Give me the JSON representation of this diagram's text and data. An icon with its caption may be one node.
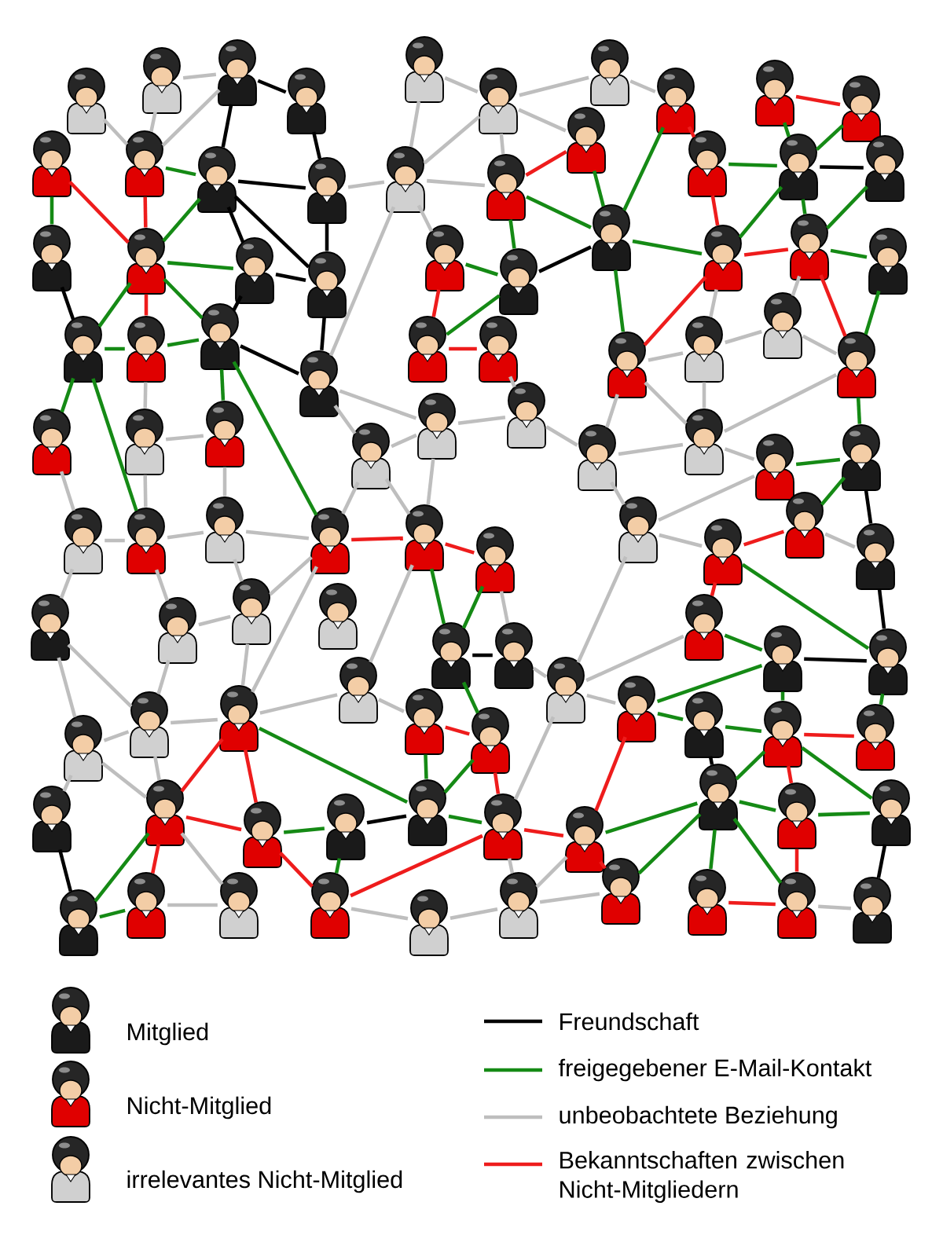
{
  "diagram": {
    "nodes": [
      {
        "text": [],
        "shape": "person"
      },
      {
        "text": [],
        "shape": "person"
      },
      {
        "text": [],
        "shape": "person"
      },
      {
        "text": [],
        "shape": "person"
      },
      {
        "text": [],
        "shape": "person"
      },
      {
        "text": [],
        "shape": "person"
      },
      {
        "text": [],
        "shape": "person"
      },
      {
        "text": [],
        "shape": "person"
      },
      {
        "text": [],
        "shape": "person"
      },
      {
        "text": [],
        "shape": "person"
      },
      {
        "text": [],
        "shape": "person"
      },
      {
        "text": [],
        "shape": "person"
      },
      {
        "text": [],
        "shape": "person"
      },
      {
        "text": [],
        "shape": "person"
      },
      {
        "text": [],
        "shape": "person"
      },
      {
        "text": [],
        "shape": "person"
      },
      {
        "text": [],
        "shape": "person"
      },
      {
        "text": [],
        "shape": "person"
      },
      {
        "text": [],
        "shape": "person"
      },
      {
        "text": [],
        "shape": "person"
      },
      {
        "text": [],
        "shape": "person"
      },
      {
        "text": [],
        "shape": "person"
      },
      {
        "text": [],
        "shape": "person"
      },
      {
        "text": [],
        "shape": "person"
      },
      {
        "text": [],
        "shape": "person"
      },
      {
        "text": [],
        "shape": "person"
      },
      {
        "text": [],
        "shape": "person"
      },
      {
        "text": [],
        "shape": "person"
      },
      {
        "text": [],
        "shape": "person"
      },
      {
        "text": [],
        "shape": "person"
      },
      {
        "text": [],
        "shape": "person"
      },
      {
        "text": [],
        "shape": "person"
      },
      {
        "text": [],
        "shape": "person"
      },
      {
        "text": [],
        "shape": "person"
      },
      {
        "text": [],
        "shape": "person"
      },
      {
        "text": [],
        "shape": "person"
      },
      {
        "text": [],
        "shape": "person"
      },
      {
        "text": [],
        "shape": "person"
      },
      {
        "text": [],
        "shape": "person"
      },
      {
        "text": [],
        "shape": "person"
      },
      {
        "text": [],
        "shape": "person"
      },
      {
        "text": [],
        "shape": "person"
      },
      {
        "text": [],
        "shape": "person"
      },
      {
        "text": [],
        "shape": "person"
      },
      {
        "text": [],
        "shape": "person"
      },
      {
        "text": [],
        "shape": "person"
      },
      {
        "text": [],
        "shape": "person"
      },
      {
        "text": [],
        "shape": "person"
      },
      {
        "text": [],
        "shape": "person"
      },
      {
        "text": [],
        "shape": "person"
      },
      {
        "text": [],
        "shape": "person"
      },
      {
        "text": [],
        "shape": "person"
      },
      {
        "text": [],
        "shape": "person"
      },
      {
        "text": [],
        "shape": "person"
      },
      {
        "text": [],
        "shape": "person"
      },
      {
        "text": [],
        "shape": "person"
      },
      {
        "text": [],
        "shape": "person"
      },
      {
        "text": [],
        "shape": "person"
      },
      {
        "text": [],
        "shape": "person"
      },
      {
        "text": [],
        "shape": "person"
      },
      {
        "text": [],
        "shape": "person"
      },
      {
        "text": [],
        "shape": "person"
      },
      {
        "text": [],
        "shape": "person"
      },
      {
        "text": [],
        "shape": "person"
      },
      {
        "text": [],
        "shape": "person"
      },
      {
        "text": [],
        "shape": "person"
      },
      {
        "text": [],
        "shape": "person"
      },
      {
        "text": [],
        "shape": "person"
      },
      {
        "text": [],
        "shape": "person"
      },
      {
        "text": [],
        "shape": "person"
      },
      {
        "text": [],
        "shape": "person"
      },
      {
        "text": [],
        "shape": "person"
      },
      {
        "text": [],
        "shape": "person"
      },
      {
        "text": [],
        "shape": "person"
      },
      {
        "text": [],
        "shape": "person"
      },
      {
        "text": [],
        "shape": "person"
      },
      {
        "text": [],
        "shape": "person"
      },
      {
        "text": [],
        "shape": "person"
      },
      {
        "text": [],
        "shape": "person"
      },
      {
        "text": [],
        "shape": "person"
      },
      {
        "text": [],
        "shape": "person"
      },
      {
        "text": [],
        "shape": "person"
      },
      {
        "text": [],
        "shape": "person"
      },
      {
        "text": [],
        "shape": "person"
      },
      {
        "text": [],
        "shape": "person"
      },
      {
        "text": [],
        "shape": "person"
      },
      {
        "text": [],
        "shape": "person"
      },
      {
        "text": [],
        "shape": "person"
      },
      {
        "text": [],
        "shape": "person"
      },
      {
        "text": [],
        "shape": "person"
      },
      {
        "text": [],
        "shape": "person"
      },
      {
        "text": [],
        "shape": "person"
      },
      {
        "text": [],
        "shape": "person"
      },
      {
        "text": [],
        "shape": "person"
      },
      {
        "text": [],
        "shape": "person"
      },
      {
        "text": [],
        "shape": "person"
      },
      {
        "text": [],
        "shape": "person"
      },
      {
        "text": [],
        "shape": "person"
      },
      {
        "text": [],
        "shape": "person"
      },
      {
        "text": [],
        "shape": "person"
      }
    ],
    "edges": [
      {
        "from": 0,
        "to": 11,
        "arrow": "none"
      },
      {
        "from": 1,
        "to": 2,
        "arrow": "none"
      },
      {
        "from": 1,
        "to": 11,
        "arrow": "none"
      },
      {
        "from": 2,
        "to": 11,
        "arrow": "none"
      },
      {
        "from": 2,
        "to": 3,
        "arrow": "none",
        "color": "#000000"
      },
      {
        "from": 2,
        "to": 12,
        "arrow": "none",
        "color": "#000000"
      },
      {
        "from": 3,
        "to": 13,
        "arrow": "none",
        "color": "#000000"
      },
      {
        "from": 10,
        "to": 20,
        "arrow": "none",
        "color": "#158a15"
      },
      {
        "from": 10,
        "to": 21,
        "arrow": "none",
        "color": "#ee1c1c"
      },
      {
        "from": 11,
        "to": 21,
        "arrow": "none",
        "color": "#ee1c1c"
      },
      {
        "from": 11,
        "to": 12,
        "arrow": "none",
        "color": "#158a15"
      },
      {
        "from": 12,
        "to": 13,
        "arrow": "none",
        "color": "#000000"
      },
      {
        "from": 12,
        "to": 21,
        "arrow": "none",
        "color": "#158a15"
      },
      {
        "from": 12,
        "to": 22,
        "arrow": "none",
        "color": "#000000"
      },
      {
        "from": 12,
        "to": 23,
        "arrow": "none",
        "color": "#000000"
      },
      {
        "from": 21,
        "to": 22,
        "arrow": "none",
        "color": "#158a15"
      },
      {
        "from": 22,
        "to": 23,
        "arrow": "none",
        "color": "#000000"
      },
      {
        "from": 20,
        "to": 30,
        "arrow": "none",
        "color": "#000000"
      },
      {
        "from": 21,
        "to": 30,
        "arrow": "none",
        "color": "#158a15"
      },
      {
        "from": 21,
        "to": 31,
        "arrow": "none",
        "color": "#ee1c1c"
      },
      {
        "from": 21,
        "to": 32,
        "arrow": "none",
        "color": "#158a15"
      },
      {
        "from": 22,
        "to": 32,
        "arrow": "none",
        "color": "#000000"
      },
      {
        "from": 30,
        "to": 31,
        "arrow": "none",
        "color": "#158a15"
      },
      {
        "from": 31,
        "to": 32,
        "arrow": "none",
        "color": "#158a15"
      },
      {
        "from": 32,
        "to": 33,
        "arrow": "none",
        "color": "#000000"
      },
      {
        "from": 30,
        "to": 40,
        "arrow": "none",
        "color": "#158a15"
      },
      {
        "from": 30,
        "to": 51,
        "arrow": "none",
        "color": "#158a15"
      },
      {
        "from": 31,
        "to": 41,
        "arrow": "none"
      },
      {
        "from": 41,
        "to": 42,
        "arrow": "none"
      },
      {
        "from": 32,
        "to": 42,
        "arrow": "none",
        "color": "#158a15"
      },
      {
        "from": 32,
        "to": 53,
        "arrow": "none",
        "color": "#158a15"
      },
      {
        "from": 40,
        "to": 50,
        "arrow": "none"
      },
      {
        "from": 41,
        "to": 51,
        "arrow": "none"
      },
      {
        "from": 42,
        "to": 52,
        "arrow": "none"
      },
      {
        "from": 4,
        "to": 14,
        "arrow": "none"
      },
      {
        "from": 4,
        "to": 5,
        "arrow": "none"
      },
      {
        "from": 5,
        "to": 14,
        "arrow": "none"
      },
      {
        "from": 5,
        "to": 6,
        "arrow": "none"
      },
      {
        "from": 5,
        "to": 15,
        "arrow": "none"
      },
      {
        "from": 5,
        "to": 16,
        "arrow": "none"
      },
      {
        "from": 13,
        "to": 14,
        "arrow": "none"
      },
      {
        "from": 14,
        "to": 15,
        "arrow": "none"
      },
      {
        "from": 15,
        "to": 16,
        "arrow": "none",
        "color": "#ee1c1c"
      },
      {
        "from": 15,
        "to": 26,
        "arrow": "none",
        "color": "#158a15"
      },
      {
        "from": 16,
        "to": 26,
        "arrow": "none",
        "color": "#158a15"
      },
      {
        "from": 15,
        "to": 25,
        "arrow": "none",
        "color": "#158a15"
      },
      {
        "from": 14,
        "to": 24,
        "arrow": "none"
      },
      {
        "from": 24,
        "to": 25,
        "arrow": "none",
        "color": "#158a15"
      },
      {
        "from": 25,
        "to": 26,
        "arrow": "none",
        "color": "#000000"
      },
      {
        "from": 25,
        "to": 34,
        "arrow": "none",
        "color": "#158a15"
      },
      {
        "from": 24,
        "to": 34,
        "arrow": "none",
        "color": "#ee1c1c"
      },
      {
        "from": 34,
        "to": 35,
        "arrow": "none",
        "color": "#ee1c1c"
      },
      {
        "from": 26,
        "to": 36,
        "arrow": "none",
        "color": "#158a15"
      },
      {
        "from": 13,
        "to": 23,
        "arrow": "none",
        "color": "#000000"
      },
      {
        "from": 23,
        "to": 33,
        "arrow": "none",
        "color": "#000000"
      },
      {
        "from": 14,
        "to": 33,
        "arrow": "none"
      },
      {
        "from": 33,
        "to": 43,
        "arrow": "none"
      },
      {
        "from": 33,
        "to": 44,
        "arrow": "none"
      },
      {
        "from": 43,
        "to": 44,
        "arrow": "none"
      },
      {
        "from": 44,
        "to": 45,
        "arrow": "none"
      },
      {
        "from": 35,
        "to": 45,
        "arrow": "none"
      },
      {
        "from": 45,
        "to": 46,
        "arrow": "none"
      },
      {
        "from": 36,
        "to": 46,
        "arrow": "none"
      },
      {
        "from": 44,
        "to": 54,
        "arrow": "none"
      },
      {
        "from": 43,
        "to": 53,
        "arrow": "none"
      },
      {
        "from": 43,
        "to": 54,
        "arrow": "none"
      },
      {
        "from": 46,
        "to": 56,
        "arrow": "none"
      },
      {
        "from": 46,
        "to": 47,
        "arrow": "none"
      },
      {
        "from": 6,
        "to": 7,
        "arrow": "none"
      },
      {
        "from": 7,
        "to": 17,
        "arrow": "none",
        "color": "#ee1c1c"
      },
      {
        "from": 7,
        "to": 26,
        "arrow": "none",
        "color": "#158a15"
      },
      {
        "from": 8,
        "to": 9,
        "arrow": "none",
        "color": "#ee1c1c"
      },
      {
        "from": 8,
        "to": 18,
        "arrow": "none",
        "color": "#158a15"
      },
      {
        "from": 9,
        "to": 18,
        "arrow": "none",
        "color": "#158a15"
      },
      {
        "from": 17,
        "to": 18,
        "arrow": "none",
        "color": "#158a15"
      },
      {
        "from": 18,
        "to": 19,
        "arrow": "none",
        "color": "#000000"
      },
      {
        "from": 17,
        "to": 27,
        "arrow": "none",
        "color": "#ee1c1c"
      },
      {
        "from": 18,
        "to": 27,
        "arrow": "none",
        "color": "#158a15"
      },
      {
        "from": 18,
        "to": 28,
        "arrow": "none",
        "color": "#158a15"
      },
      {
        "from": 19,
        "to": 28,
        "arrow": "none",
        "color": "#158a15"
      },
      {
        "from": 26,
        "to": 27,
        "arrow": "none",
        "color": "#158a15"
      },
      {
        "from": 27,
        "to": 28,
        "arrow": "none",
        "color": "#ee1c1c"
      },
      {
        "from": 28,
        "to": 29,
        "arrow": "none",
        "color": "#158a15"
      },
      {
        "from": 27,
        "to": 36,
        "arrow": "none",
        "color": "#ee1c1c"
      },
      {
        "from": 27,
        "to": 37,
        "arrow": "none"
      },
      {
        "from": 28,
        "to": 38,
        "arrow": "none"
      },
      {
        "from": 28,
        "to": 39,
        "arrow": "none",
        "color": "#ee1c1c"
      },
      {
        "from": 29,
        "to": 39,
        "arrow": "none",
        "color": "#158a15"
      },
      {
        "from": 36,
        "to": 37,
        "arrow": "none"
      },
      {
        "from": 37,
        "to": 38,
        "arrow": "none"
      },
      {
        "from": 38,
        "to": 39,
        "arrow": "none"
      },
      {
        "from": 36,
        "to": 47,
        "arrow": "none"
      },
      {
        "from": 37,
        "to": 47,
        "arrow": "none"
      },
      {
        "from": 39,
        "to": 47,
        "arrow": "none"
      },
      {
        "from": 39,
        "to": 49,
        "arrow": "none",
        "color": "#158a15"
      },
      {
        "from": 47,
        "to": 48,
        "arrow": "none"
      },
      {
        "from": 48,
        "to": 49,
        "arrow": "none",
        "color": "#158a15"
      },
      {
        "from": 49,
        "to": 58,
        "arrow": "none",
        "color": "#158a15"
      },
      {
        "from": 49,
        "to": 59,
        "arrow": "none",
        "color": "#000000"
      },
      {
        "from": 48,
        "to": 56,
        "arrow": "none"
      },
      {
        "from": 56,
        "to": 57,
        "arrow": "none"
      },
      {
        "from": 57,
        "to": 58,
        "arrow": "none",
        "color": "#ee1c1c"
      },
      {
        "from": 58,
        "to": 59,
        "arrow": "none"
      },
      {
        "from": 57,
        "to": 66,
        "arrow": "none",
        "color": "#ee1c1c"
      },
      {
        "from": 57,
        "to": 68,
        "arrow": "none",
        "color": "#158a15"
      },
      {
        "from": 59,
        "to": 68,
        "arrow": "none",
        "color": "#000000"
      },
      {
        "from": 66,
        "to": 67,
        "arrow": "none",
        "color": "#158a15"
      },
      {
        "from": 67,
        "to": 68,
        "arrow": "none",
        "color": "#000000"
      },
      {
        "from": 67,
        "to": 76,
        "arrow": "none",
        "color": "#158a15"
      },
      {
        "from": 67,
        "to": 78,
        "arrow": "none",
        "color": "#158a15"
      },
      {
        "from": 68,
        "to": 79,
        "arrow": "none",
        "color": "#158a15"
      },
      {
        "from": 66,
        "to": 75,
        "arrow": "none"
      },
      {
        "from": 76,
        "to": 77,
        "arrow": "none",
        "color": "#158a15"
      },
      {
        "from": 77,
        "to": 78,
        "arrow": "none",
        "color": "#158a15"
      },
      {
        "from": 78,
        "to": 79,
        "arrow": "none",
        "color": "#ee1c1c"
      },
      {
        "from": 77,
        "to": 87,
        "arrow": "none",
        "color": "#000000"
      },
      {
        "from": 76,
        "to": 86,
        "arrow": "none",
        "color": "#ee1c1c"
      },
      {
        "from": 78,
        "to": 87,
        "arrow": "none",
        "color": "#158a15"
      },
      {
        "from": 78,
        "to": 88,
        "arrow": "none",
        "color": "#ee1c1c"
      },
      {
        "from": 78,
        "to": 89,
        "arrow": "none",
        "color": "#158a15"
      },
      {
        "from": 87,
        "to": 88,
        "arrow": "none",
        "color": "#158a15"
      },
      {
        "from": 88,
        "to": 89,
        "arrow": "none",
        "color": "#158a15"
      },
      {
        "from": 86,
        "to": 87,
        "arrow": "none",
        "color": "#158a15"
      },
      {
        "from": 87,
        "to": 96,
        "arrow": "none",
        "color": "#158a15"
      },
      {
        "from": 87,
        "to": 97,
        "arrow": "none",
        "color": "#158a15"
      },
      {
        "from": 87,
        "to": 98,
        "arrow": "none",
        "color": "#158a15"
      },
      {
        "from": 88,
        "to": 98,
        "arrow": "none",
        "color": "#ee1c1c"
      },
      {
        "from": 89,
        "to": 99,
        "arrow": "none",
        "color": "#000000"
      },
      {
        "from": 97,
        "to": 98,
        "arrow": "none",
        "color": "#ee1c1c"
      },
      {
        "from": 98,
        "to": 99,
        "arrow": "none"
      },
      {
        "from": 53,
        "to": 54,
        "arrow": "none",
        "color": "#ee1c1c"
      },
      {
        "from": 54,
        "to": 55,
        "arrow": "none",
        "color": "#ee1c1c"
      },
      {
        "from": 54,
        "to": 64,
        "arrow": "none",
        "color": "#158a15"
      },
      {
        "from": 55,
        "to": 64,
        "arrow": "none",
        "color": "#158a15"
      },
      {
        "from": 64,
        "to": 65,
        "arrow": "none",
        "color": "#000000"
      },
      {
        "from": 55,
        "to": 65,
        "arrow": "none"
      },
      {
        "from": 64,
        "to": 74,
        "arrow": "none",
        "color": "#158a15"
      },
      {
        "from": 65,
        "to": 75,
        "arrow": "none"
      },
      {
        "from": 73,
        "to": 74,
        "arrow": "none",
        "color": "#ee1c1c"
      },
      {
        "from": 72,
        "to": 73,
        "arrow": "none"
      },
      {
        "from": 54,
        "to": 72,
        "arrow": "none"
      },
      {
        "from": 71,
        "to": 72,
        "arrow": "none"
      },
      {
        "from": 73,
        "to": 84,
        "arrow": "none",
        "color": "#158a15"
      },
      {
        "from": 74,
        "to": 84,
        "arrow": "none",
        "color": "#158a15"
      },
      {
        "from": 74,
        "to": 85,
        "arrow": "none",
        "color": "#ee1c1c"
      },
      {
        "from": 83,
        "to": 84,
        "arrow": "none",
        "color": "#000000"
      },
      {
        "from": 84,
        "to": 85,
        "arrow": "none",
        "color": "#158a15"
      },
      {
        "from": 85,
        "to": 86,
        "arrow": "none",
        "color": "#ee1c1c"
      },
      {
        "from": 71,
        "to": 84,
        "arrow": "none",
        "color": "#158a15"
      },
      {
        "from": 75,
        "to": 85,
        "arrow": "none"
      },
      {
        "from": 85,
        "to": 93,
        "arrow": "none",
        "color": "#ee1c1c"
      },
      {
        "from": 83,
        "to": 93,
        "arrow": "none",
        "color": "#158a15"
      },
      {
        "from": 82,
        "to": 83,
        "arrow": "none",
        "color": "#158a15"
      },
      {
        "from": 93,
        "to": 94,
        "arrow": "none"
      },
      {
        "from": 94,
        "to": 95,
        "arrow": "none"
      },
      {
        "from": 85,
        "to": 95,
        "arrow": "none"
      },
      {
        "from": 95,
        "to": 96,
        "arrow": "none"
      },
      {
        "from": 86,
        "to": 95,
        "arrow": "none"
      },
      {
        "from": 86,
        "to": 96,
        "arrow": "none",
        "color": "#ee1c1c"
      },
      {
        "from": 56,
        "to": 75,
        "arrow": "none"
      },
      {
        "from": 75,
        "to": 76,
        "arrow": "none"
      },
      {
        "from": 50,
        "to": 51,
        "arrow": "none"
      },
      {
        "from": 51,
        "to": 52,
        "arrow": "none"
      },
      {
        "from": 52,
        "to": 53,
        "arrow": "none"
      },
      {
        "from": 51,
        "to": 61,
        "arrow": "none"
      },
      {
        "from": 52,
        "to": 62,
        "arrow": "none"
      },
      {
        "from": 50,
        "to": 60,
        "arrow": "none"
      },
      {
        "from": 61,
        "to": 62,
        "arrow": "none"
      },
      {
        "from": 53,
        "to": 62,
        "arrow": "none"
      },
      {
        "from": 62,
        "to": 71,
        "arrow": "none"
      },
      {
        "from": 53,
        "to": 71,
        "arrow": "none"
      },
      {
        "from": 60,
        "to": 70,
        "arrow": "none"
      },
      {
        "from": 60,
        "to": 69,
        "arrow": "none"
      },
      {
        "from": 61,
        "to": 70,
        "arrow": "none"
      },
      {
        "from": 70,
        "to": 71,
        "arrow": "none"
      },
      {
        "from": 69,
        "to": 70,
        "arrow": "none"
      },
      {
        "from": 69,
        "to": 80,
        "arrow": "none"
      },
      {
        "from": 69,
        "to": 81,
        "arrow": "none"
      },
      {
        "from": 70,
        "to": 81,
        "arrow": "none"
      },
      {
        "from": 71,
        "to": 81,
        "arrow": "none",
        "color": "#ee1c1c"
      },
      {
        "from": 71,
        "to": 82,
        "arrow": "none",
        "color": "#ee1c1c"
      },
      {
        "from": 81,
        "to": 82,
        "arrow": "none",
        "color": "#ee1c1c"
      },
      {
        "from": 80,
        "to": 90,
        "arrow": "none",
        "color": "#000000"
      },
      {
        "from": 81,
        "to": 90,
        "arrow": "none",
        "color": "#158a15"
      },
      {
        "from": 90,
        "to": 91,
        "arrow": "none",
        "color": "#158a15"
      },
      {
        "from": 81,
        "to": 91,
        "arrow": "none",
        "color": "#ee1c1c"
      },
      {
        "from": 81,
        "to": 92,
        "arrow": "none"
      },
      {
        "from": 91,
        "to": 92,
        "arrow": "none"
      },
      {
        "from": 82,
        "to": 93,
        "arrow": "none",
        "color": "#ee1c1c"
      }
    ],
    "legend": [
      {
        "text": "Mitglied"
      },
      {
        "text": "Nicht-Mitglied"
      },
      {
        "text": "irrelevantes Nicht-Mitglied"
      },
      {
        "text": "Freundschaft"
      },
      {
        "text": "freigegebener E-Mail-Kontakt"
      },
      {
        "text": "unbeobachtete Beziehung"
      },
      {
        "text": "Bekanntschaften zwischen Nicht-Mitgliedern"
      }
    ]
  }
}
